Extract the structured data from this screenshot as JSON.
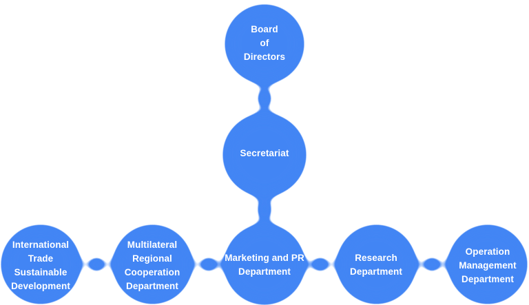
{
  "diagram": {
    "type": "org-chart",
    "node_color": "#4285f4",
    "text_color": "#ffffff",
    "background": "#ffffff",
    "nodes": {
      "board": {
        "label": "Board of Directors",
        "lines": [
          "Board",
          "of",
          "Directors"
        ]
      },
      "secretariat": {
        "label": "Secretariat",
        "lines": [
          "Secretariat"
        ]
      },
      "trade": {
        "label": "International Trade Sustainable Development",
        "lines": [
          "International",
          "Trade",
          "Sustainable",
          "Development"
        ]
      },
      "cooperation": {
        "label": "Multilateral Regional Cooperation Department",
        "lines": [
          "Multilateral",
          "Regional",
          "Cooperation",
          "Department"
        ]
      },
      "marketing": {
        "label": "Marketing and PR Department",
        "lines": [
          "Marketing and PR",
          "Department"
        ]
      },
      "research": {
        "label": "Research Department",
        "lines": [
          "Research",
          "Department"
        ]
      },
      "operations": {
        "label": "Operation Management Department",
        "lines": [
          "Operation",
          "Management",
          "Department"
        ]
      }
    },
    "edges": [
      {
        "from": "board",
        "to": "secretariat"
      },
      {
        "from": "secretariat",
        "to": "marketing"
      },
      {
        "from": "trade",
        "to": "cooperation"
      },
      {
        "from": "cooperation",
        "to": "marketing"
      },
      {
        "from": "marketing",
        "to": "research"
      },
      {
        "from": "research",
        "to": "operations"
      }
    ]
  }
}
